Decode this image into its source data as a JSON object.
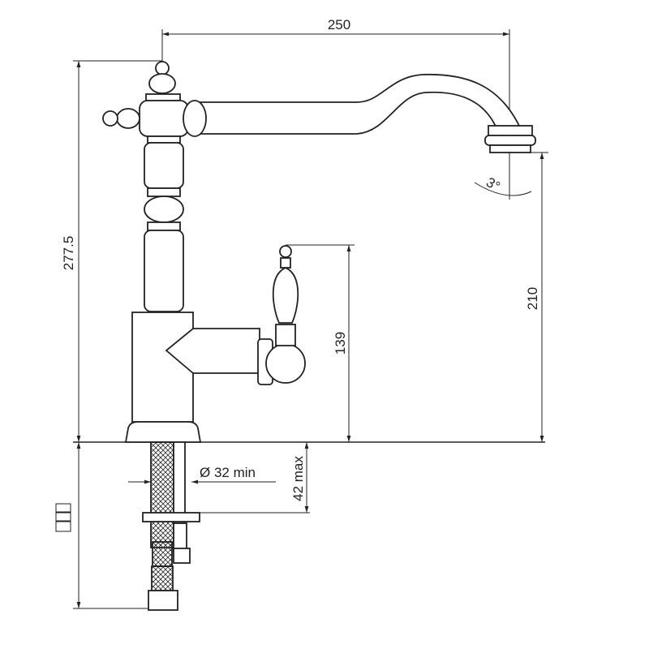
{
  "drawing": {
    "title": "Kitchen faucet technical drawing",
    "dimensions": {
      "spout_reach": "250",
      "total_height": "277.5",
      "spout_height": "210",
      "handle_height": "139",
      "hole_diameter": "Ø 32 min",
      "deck_thickness": "42 max",
      "spout_angle": "3°"
    },
    "colors": {
      "line": "#222222",
      "background": "#ffffff"
    }
  }
}
